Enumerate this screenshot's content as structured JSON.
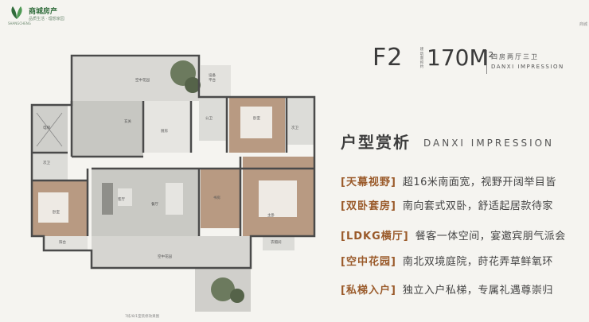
{
  "brand": {
    "name": "商城房产",
    "slogan": "品质生活 · 理想家园",
    "english": "SHANGCHENG",
    "corner_tag": "商城"
  },
  "plan": {
    "rooms": {
      "sky_garden_top": "空中花园",
      "equipment": "设备\n平台",
      "elevator": "电梯",
      "foyer": "玄关",
      "kitchen": "厨房",
      "public_bath": "公卫",
      "bedroom_1": "卧室",
      "second_bath": "次卫",
      "hall_bath": "次卫",
      "bedroom_2": "卧室",
      "living": "客厅",
      "dining": "餐厅",
      "study": "书房",
      "master": "主卧",
      "balcony_left": "阳台",
      "cloakroom": "衣帽间",
      "sky_garden_bottom": "空中花园"
    },
    "caption": "7栋/8/1室装修效果图"
  },
  "header": {
    "unit_code": "F2",
    "area_label": "建筑面积约",
    "area_value": "170",
    "area_unit": "M",
    "area_sup": "2",
    "layout_cn": "四房两厅三卫",
    "layout_en": "DANXI IMPRESSION"
  },
  "section": {
    "title": "户型赏析",
    "english": "DANXI IMPRESSION"
  },
  "features": [
    {
      "tag": "[天幕视野]",
      "desc": "超16米南面宽，视野开阔举目皆"
    },
    {
      "tag": "[双卧套房]",
      "desc": "南向套式双卧，舒适起居款待家"
    },
    {
      "tag": "[LDKG横厅]",
      "desc": "餐客一体空间，宴邀宾朋气派会"
    },
    {
      "tag": "[空中花园]",
      "desc": "南北双境庭院，莳花弄草鲜氧环"
    },
    {
      "tag": "[私梯入户]",
      "desc": "独立入户私梯，专属礼遇尊崇归"
    }
  ],
  "colors": {
    "accent": "#9a5a2a",
    "brand_green": "#2f6b3a",
    "wood_floor": "#b89a82",
    "tile_floor": "#c9c9c4",
    "wall": "#4a4a4a"
  }
}
